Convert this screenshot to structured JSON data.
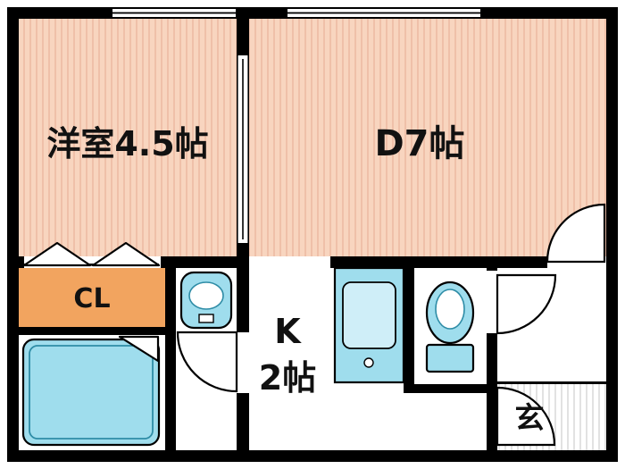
{
  "floorplan": {
    "labels": {
      "western_room": "洋室4.5帖",
      "dining": "D7帖",
      "kitchen_line1": "K",
      "kitchen_line2": "2帖",
      "closet": "CL",
      "entrance": "玄"
    },
    "fixtures": {
      "bathtub": "bathtub",
      "washbasin": "washbasin",
      "kitchen_sink": "kitchen-sink",
      "toilet": "toilet",
      "door_swings": "door-swing-arc",
      "closet_doors": "folding-door-triangles",
      "windows": "window-double-line"
    },
    "colors": {
      "wall": "#000000",
      "background": "#ffffff",
      "floor_base": "#f8d5bf",
      "floor_stripe": "#efc0a9",
      "closet_fill": "#f2a45f",
      "fixture_fill": "#9fdded",
      "fixture_line": "#2e8ca6",
      "fixture_inner": "#cfeef8",
      "entrance_stripe": "#e2e2e2",
      "label_color": "#111111"
    }
  }
}
